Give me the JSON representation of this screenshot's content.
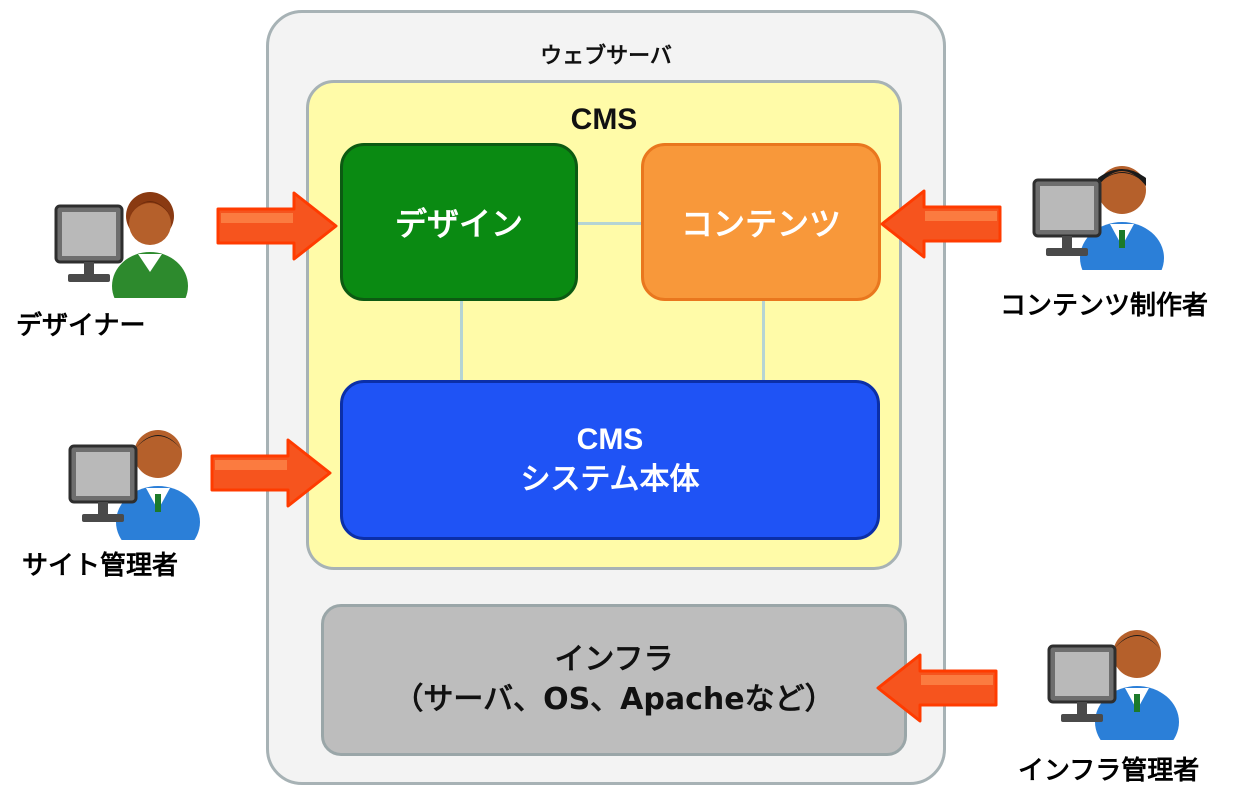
{
  "diagram": {
    "web_server_label": "ウェブサーバ",
    "cms_label": "CMS",
    "design_box_label": "デザイン",
    "contents_box_label": "コンテンツ",
    "cms_core": {
      "line1": "CMS",
      "line2": "システム本体"
    },
    "infra": {
      "line1": "インフラ",
      "line2": "（サーバ、OS、Apacheなど）"
    }
  },
  "roles": {
    "designer": "デザイナー",
    "content_creator": "コンテンツ制作者",
    "site_admin": "サイト管理者",
    "infra_admin": "インフラ管理者"
  },
  "colors": {
    "design_green": "#0a8a12",
    "contents_orange": "#f8983a",
    "core_blue": "#1f53f5",
    "cms_yellow": "#fffba8",
    "infra_gray": "#bdbdbd",
    "arrow_orange": "#f6541e"
  }
}
